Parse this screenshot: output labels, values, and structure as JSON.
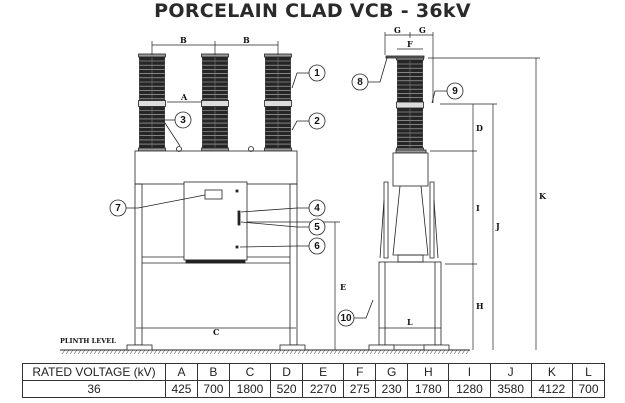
{
  "title": "PORCELAIN CLAD VCB - 36kV",
  "drawing": {
    "plinth_label": "PLINTH LEVEL",
    "dimension_labels": {
      "A": "A",
      "B": "B",
      "C": "C",
      "D": "D",
      "E": "E",
      "F": "F",
      "G": "G",
      "H": "H",
      "I": "I",
      "J": "J",
      "K": "K",
      "L": "L"
    },
    "callouts": [
      "1",
      "2",
      "3",
      "4",
      "5",
      "6",
      "7",
      "8",
      "9",
      "10"
    ]
  },
  "table": {
    "headers": [
      "RATED VOLTAGE (kV)",
      "A",
      "B",
      "C",
      "D",
      "E",
      "F",
      "G",
      "H",
      "I",
      "J",
      "K",
      "L"
    ],
    "rows": [
      [
        "36",
        "425",
        "700",
        "1800",
        "520",
        "2270",
        "275",
        "230",
        "1780",
        "1280",
        "3580",
        "4122",
        "700"
      ]
    ]
  }
}
